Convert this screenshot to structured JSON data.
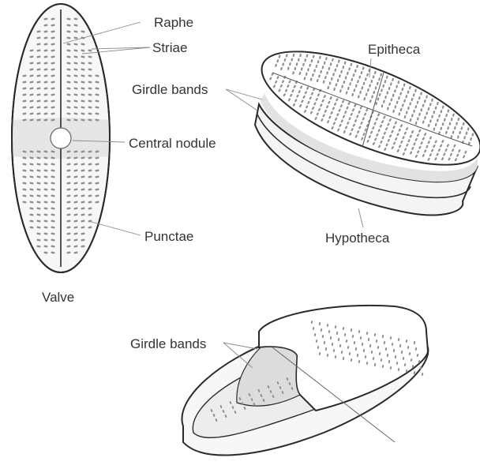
{
  "labels": {
    "raphe": "Raphe",
    "striae": "Striae",
    "central_nodule": "Central nodule",
    "punctae": "Punctae",
    "valve": "Valve",
    "epitheca": "Epitheca",
    "girdle_bands_top": "Girdle bands",
    "hypotheca": "Hypotheca",
    "girdle_bands_bottom": "Girdle bands"
  },
  "colors": {
    "outline": "#2a2a2a",
    "shell_fill": "#f7f7f7",
    "band_shade": "#e4e4e4",
    "punctae": "#8f8f8f",
    "leader_line": "#8a8a8a",
    "label_text": "#333333"
  }
}
